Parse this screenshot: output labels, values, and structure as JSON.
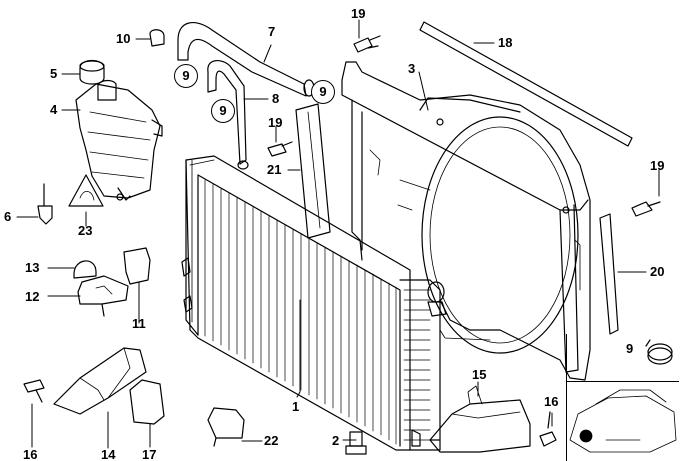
{
  "part_labels": {
    "p1": "1",
    "p2": "2",
    "p3": "3",
    "p4": "4",
    "p5": "5",
    "p6": "6",
    "p7": "7",
    "p8": "8",
    "p9a": "9",
    "p9b": "9",
    "p9c": "9",
    "p9d": "9",
    "p10": "10",
    "p11": "11",
    "p12": "12",
    "p13": "13",
    "p14": "14",
    "p15": "15",
    "p16a": "16",
    "p16b": "16",
    "p17": "17",
    "p18": "18",
    "p19a": "19",
    "p19b": "19",
    "p19c": "19",
    "p20": "20",
    "p21": "21",
    "p22": "22",
    "p23": "23"
  },
  "line_color": "#000000",
  "background": "#ffffff"
}
